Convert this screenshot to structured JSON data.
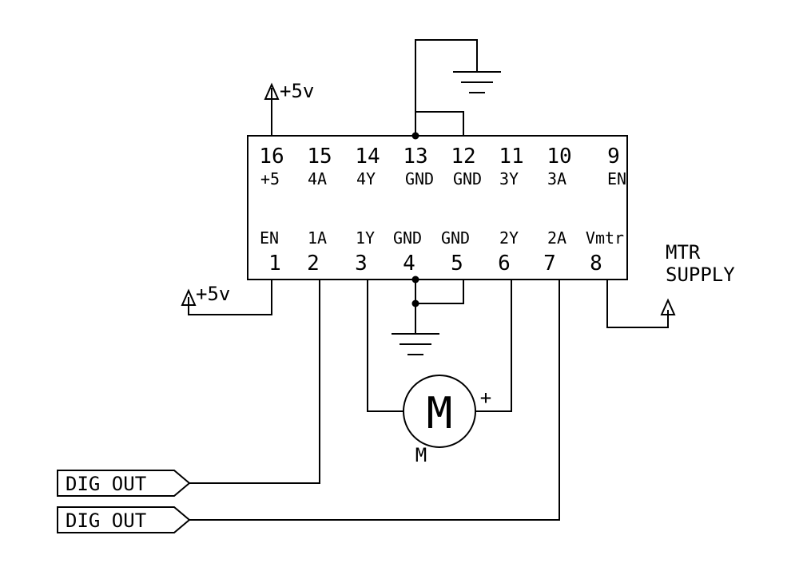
{
  "chip": {
    "top_pins": [
      {
        "number": "16",
        "signal": "+5"
      },
      {
        "number": "15",
        "signal": "4A"
      },
      {
        "number": "14",
        "signal": "4Y"
      },
      {
        "number": "13",
        "signal": "GND"
      },
      {
        "number": "12",
        "signal": "GND"
      },
      {
        "number": "11",
        "signal": "3Y"
      },
      {
        "number": "10",
        "signal": "3A"
      },
      {
        "number": "9",
        "signal": "EN"
      }
    ],
    "bottom_pins": [
      {
        "number": "1",
        "signal": "EN"
      },
      {
        "number": "2",
        "signal": "1A"
      },
      {
        "number": "3",
        "signal": "1Y"
      },
      {
        "number": "4",
        "signal": "GND"
      },
      {
        "number": "5",
        "signal": "GND"
      },
      {
        "number": "6",
        "signal": "2Y"
      },
      {
        "number": "7",
        "signal": "2A"
      },
      {
        "number": "8",
        "signal": "Vmtr"
      }
    ]
  },
  "supply_top": "+5v",
  "supply_left": "+5v",
  "motor_supply": [
    "MTR",
    "SUPPLY"
  ],
  "motor": {
    "symbol": "M",
    "label": "M",
    "plus": "+"
  },
  "inputs": [
    "DIG OUT",
    "DIG OUT"
  ]
}
